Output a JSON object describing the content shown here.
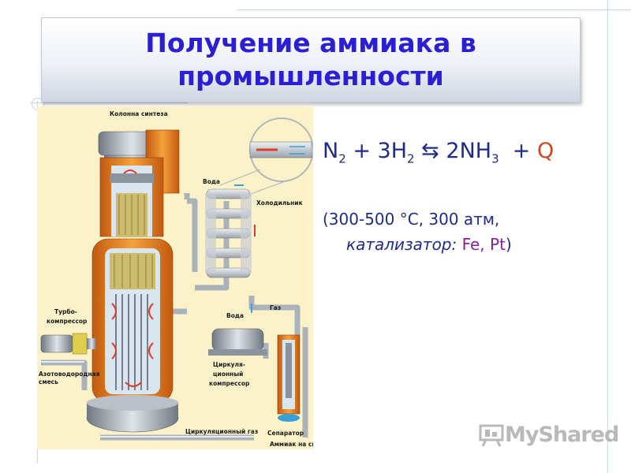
{
  "slide": {
    "title": "Получение аммиака в\nпромышленности"
  },
  "equation": {
    "n2": "N",
    "n2_sub": "2",
    "plus1": "+ 3H",
    "h2_sub": "2",
    "arrows": "⇆",
    "product": "2NH",
    "nh3_sub": "3",
    "plus2": "+",
    "heat": "Q"
  },
  "conditions": {
    "line1": "(300-500 °C, 300 атм,",
    "catalyst_label": "катализатор:",
    "catalyst_metals": "Fe, Pt",
    "close_paren": ")"
  },
  "diagram": {
    "labels": {
      "column": "Колонна синтеза",
      "water_top": "Вода",
      "cooler": "Холодильник",
      "gas": "Газ",
      "water_mid": "Вода",
      "turbo": "Турбо-",
      "turbo2": "компрессор",
      "mix": "Азотоводородная",
      "mix2": "смесь",
      "circ1": "Циркуля-",
      "circ2": "ционный",
      "circ3": "компрессор",
      "circ_gas": "Циркуляционный газ",
      "separator": "Сепаратор",
      "ammonia": "Аммиак на скла"
    },
    "colors": {
      "background": "#fbf2c9",
      "shell": "#e67e22",
      "steel": "#9aa3ad",
      "pipe": "#c7cdd3",
      "flow": "#e03b2b"
    }
  },
  "watermark": {
    "text": "MyShared"
  }
}
